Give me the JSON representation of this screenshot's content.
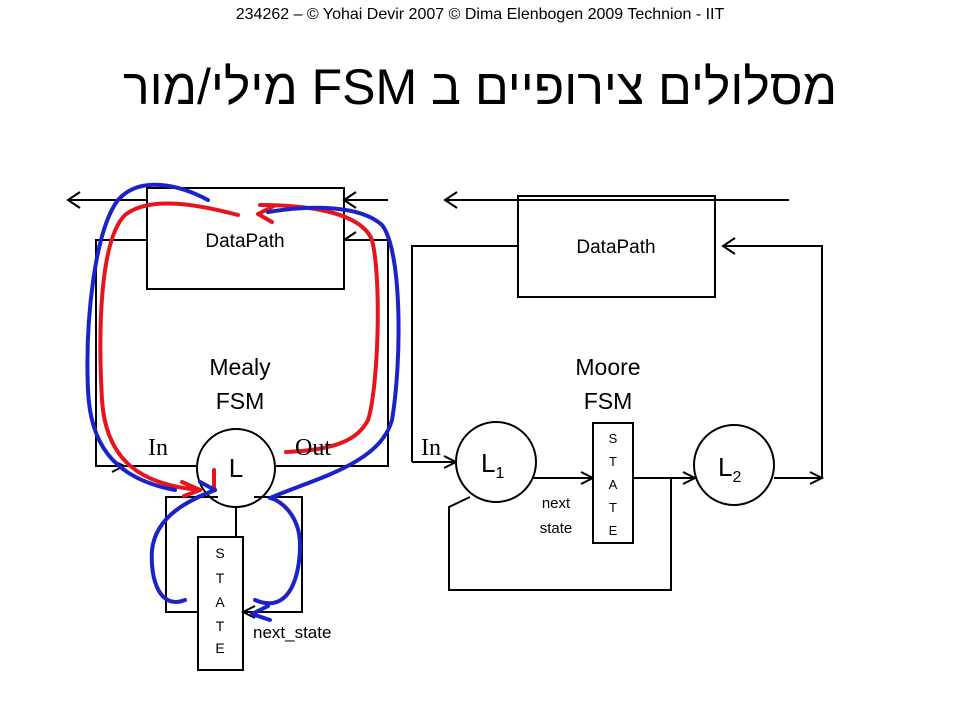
{
  "header": "234262 – © Yohai Devir 2007 © Dima Elenbogen 2009 Technion - IIT",
  "title": "מסלולים צירופיים ב FSM מילי/מור",
  "mealy": {
    "datapath_label": "DataPath",
    "fsm_label_line1": "Mealy",
    "fsm_label_line2": "FSM",
    "in_label": "In",
    "out_label": "Out",
    "logic_label": "L",
    "state_letters": [
      "S",
      "T",
      "A",
      "T",
      "E"
    ],
    "next_state_label": "next_state"
  },
  "moore": {
    "datapath_label": "DataPath",
    "fsm_label_line1": "Moore",
    "fsm_label_line2": "FSM",
    "in_label": "In",
    "l1_label": "L",
    "l1_sub": "1",
    "l2_label": "L",
    "l2_sub": "2",
    "state_letters": [
      "S",
      "T",
      "A",
      "T",
      "E"
    ],
    "next_state_line1": "next",
    "next_state_line2": "state"
  },
  "colors": {
    "path_red": "#e8141c",
    "path_blue": "#1a22c8",
    "line": "#000000"
  }
}
